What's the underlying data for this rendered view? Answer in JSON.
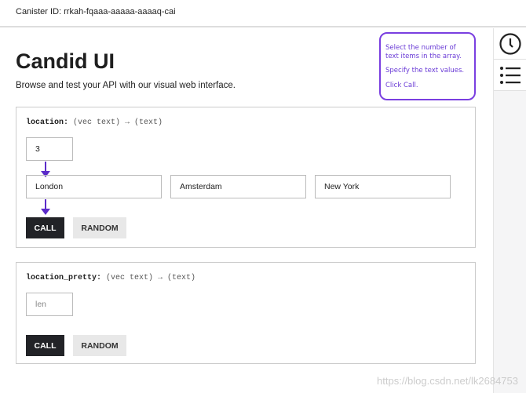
{
  "header": {
    "canister_id": "Canister ID: rrkah-fqaaa-aaaaa-aaaaq-cai"
  },
  "page": {
    "title": "Candid UI",
    "subtitle": "Browse and test your API with our visual web interface."
  },
  "help": {
    "lines": [
      "Select the number of text items in the array.",
      "Specify the text values.",
      "Click Call."
    ],
    "color": "#7a3fe0"
  },
  "sidebar": {
    "icons": [
      "clock-icon",
      "list-icon"
    ]
  },
  "methods": [
    {
      "name": "location:",
      "signature": "(vec text) → (text)",
      "count": "3",
      "values": [
        "London",
        "Amsterdam",
        "New York"
      ],
      "call": "CALL",
      "random": "RANDOM"
    },
    {
      "name": "location_pretty:",
      "signature": "(vec text) → (text)",
      "count_placeholder": "len",
      "call": "CALL",
      "random": "RANDOM"
    }
  ],
  "watermark": "https://blog.csdn.net/lk2684753"
}
